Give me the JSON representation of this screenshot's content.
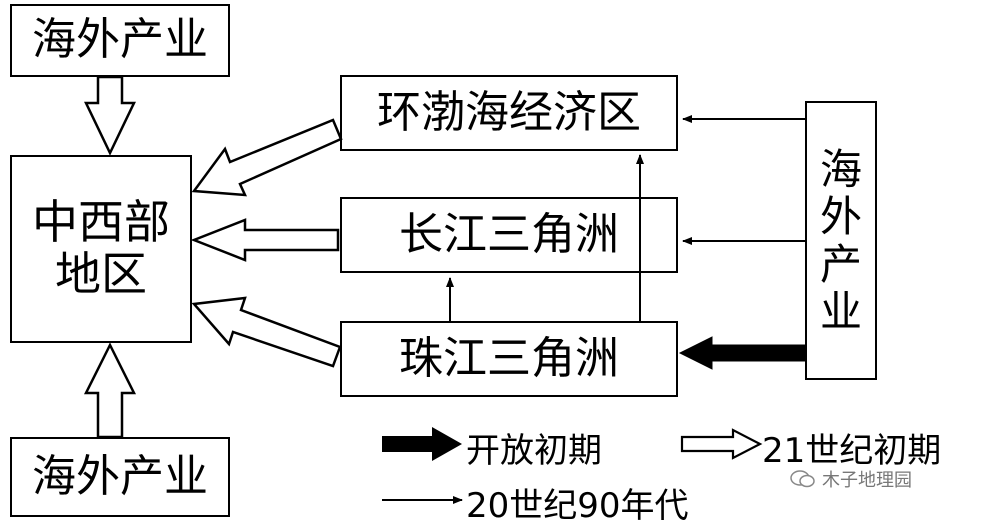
{
  "boxes": {
    "overseas_top": "海外产业",
    "overseas_bottom": "海外产业",
    "central_west": [
      "中西部",
      "地区"
    ],
    "bohai": "环渤海经济区",
    "yangtze": "长江三角洲",
    "pearl": "珠江三角洲",
    "overseas_right": [
      "海",
      "外",
      "产",
      "业"
    ]
  },
  "legend": {
    "reform_early": "开放初期",
    "century21_early": "21世纪初期",
    "nineties": "20世纪90年代"
  },
  "watermark": "木子地理园",
  "colors": {
    "line": "#000000",
    "background": "#ffffff"
  }
}
